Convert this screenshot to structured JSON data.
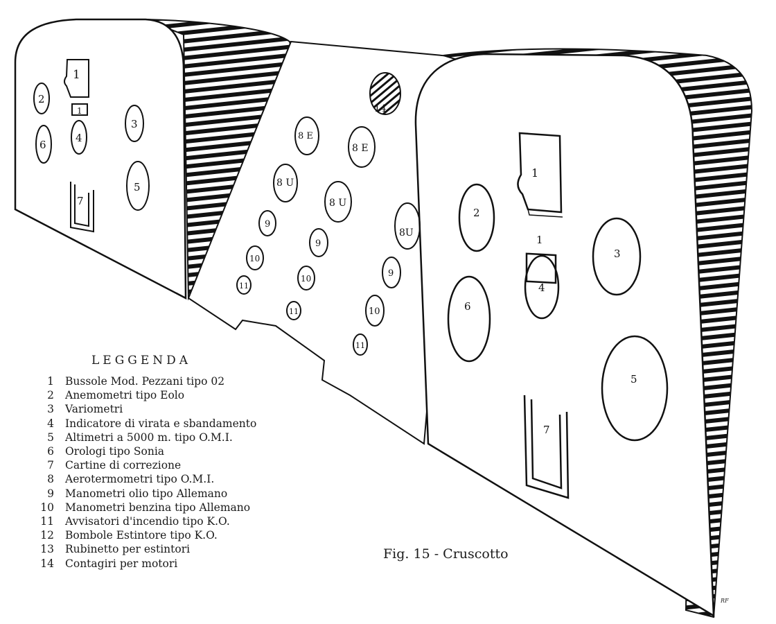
{
  "legend": {
    "title": "LEGGENDA",
    "items": [
      {
        "num": "1",
        "text": "Bussole Mod. Pezzani tipo 02"
      },
      {
        "num": "2",
        "text": "Anemometri tipo Eolo"
      },
      {
        "num": "3",
        "text": "Variometri"
      },
      {
        "num": "4",
        "text": "Indicatore di virata e sbandamento"
      },
      {
        "num": "5",
        "text": "Altimetri a 5000 m. tipo O.M.I."
      },
      {
        "num": "6",
        "text": "Orologi tipo Sonia"
      },
      {
        "num": "7",
        "text": "Cartine di correzione"
      },
      {
        "num": "8",
        "text": "Aerotermometri tipo O.M.I."
      },
      {
        "num": "9",
        "text": "Manometri olio tipo Allemano"
      },
      {
        "num": "10",
        "text": "Manometri benzina tipo Allemano"
      },
      {
        "num": "11",
        "text": "Avvisatori d'incendio tipo K.O."
      },
      {
        "num": "12",
        "text": "Bombole Estintore tipo K.O."
      },
      {
        "num": "13",
        "text": "Rubinetto per estintori"
      },
      {
        "num": "14",
        "text": "Contagiri per motori"
      }
    ]
  },
  "caption": "Fig. 15 - Cruscotto",
  "signature": "RF",
  "instrument_labels": {
    "l1": "1",
    "l1b": "1",
    "l2": "2",
    "l3": "3",
    "l4": "4",
    "l5": "5",
    "l6": "6",
    "l7": "7",
    "c14": "14",
    "c8e_a": "8 E",
    "c8e_b": "8 E",
    "c8u_a": "8 U",
    "c8u_b": "8 U",
    "c8u_c": "8U",
    "c9_a": "9",
    "c9_b": "9",
    "c9_c": "9",
    "c10_a": "10",
    "c10_b": "10",
    "c10_c": "10",
    "c11_a": "11",
    "c11_b": "11",
    "c11_c": "11",
    "r1": "1",
    "r1b": "1",
    "r2": "2",
    "r3": "3",
    "r4": "4",
    "r5": "5",
    "r6": "6",
    "r7": "7"
  }
}
